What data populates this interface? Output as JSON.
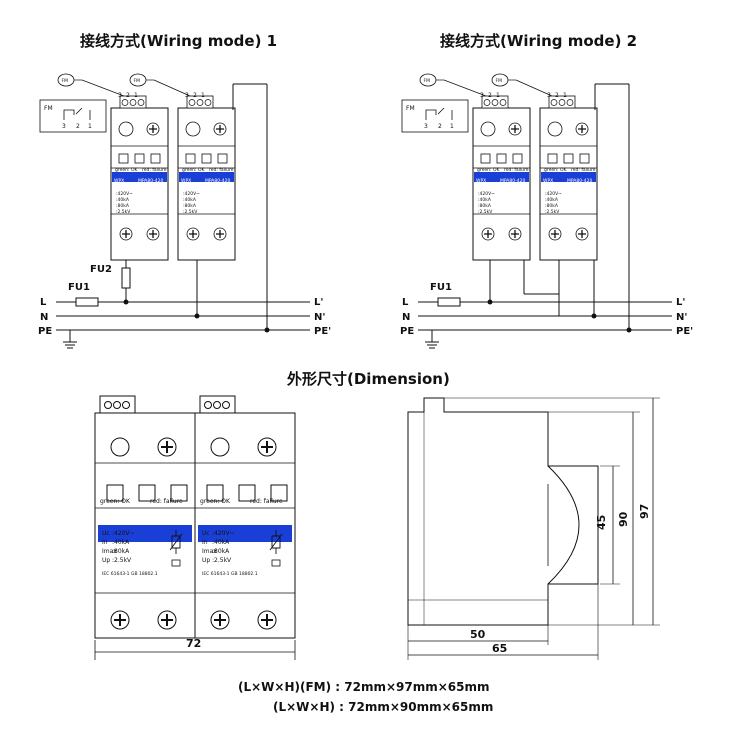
{
  "titles": {
    "wiring1": "接线方式(Wiring mode)  1",
    "wiring2": "接线方式(Wiring mode)  2",
    "dimension": "外形尺寸(Dimension)"
  },
  "bus": {
    "L": "L",
    "N": "N",
    "PE": "PE",
    "L_out": "L'",
    "N_out": "N'",
    "PE_out": "PE'"
  },
  "fuses": {
    "fu1": "FU1",
    "fu2": "FU2"
  },
  "fm": {
    "label": "FM",
    "terminals": [
      "3",
      "2",
      "1"
    ]
  },
  "device": {
    "brand": "WPX",
    "subtitle": "Surge Protection",
    "model": "MPA80-420",
    "status_green": "green: OK",
    "status_red": "red: failure",
    "specs": [
      ":420V~",
      ":40kA",
      ":80kA",
      ":2.5kV"
    ],
    "spec_prefix": [
      "Uc",
      "In",
      "Imax",
      "Up"
    ],
    "standard": "IEC 61643-1   GB 18802.1"
  },
  "dimensions": {
    "width": "72",
    "depth_50": "50",
    "depth_65": "65",
    "height_45": "45",
    "height_90": "90",
    "height_97": "97"
  },
  "spec_lines": {
    "fm": "(L×W×H)(FM) : 72mm×97mm×65mm",
    "std": "(L×W×H) : 72mm×90mm×65mm"
  },
  "colors": {
    "stripe": "#1a3fd6",
    "line": "#111111"
  }
}
